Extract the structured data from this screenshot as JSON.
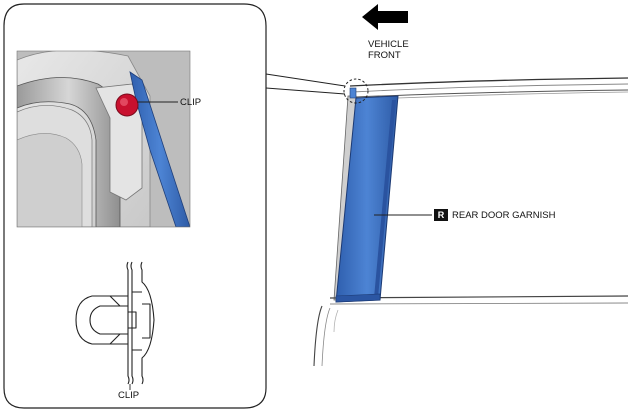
{
  "labels": {
    "direction": [
      "VEHICLE",
      "FRONT"
    ],
    "clip_detail": "CLIP",
    "clip_section": "CLIP",
    "part_badge": "R",
    "part_name": "REAR DOOR GARNISH"
  },
  "colors": {
    "garnish": "#3f74c6",
    "clip": "#c8102e",
    "outline": "#222222",
    "arrow": "#000000"
  },
  "icons": {
    "direction": "arrow-left-icon"
  }
}
